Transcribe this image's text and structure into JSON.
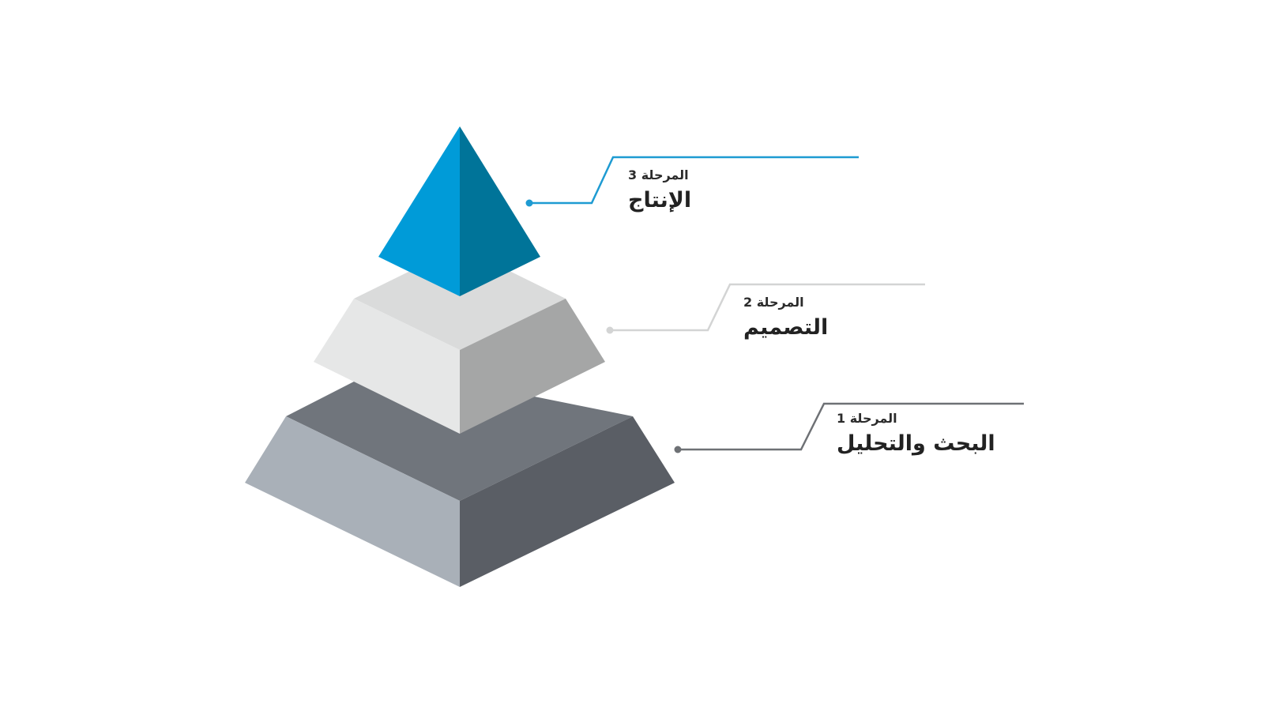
{
  "stages": [
    {
      "number_label": "المرحلة 3",
      "title": "الإنتاج",
      "colors": {
        "left": "#009BD8",
        "right": "#007499",
        "line": "#1E9BD2"
      }
    },
    {
      "number_label": "المرحلة 2",
      "title": "التصميم",
      "colors": {
        "top": "#DADBDB",
        "left": "#E6E7E7",
        "right": "#A5A6A6",
        "line": "#D3D4D4"
      }
    },
    {
      "number_label": "المرحلة 1",
      "title": "البحث والتحليل",
      "colors": {
        "top": "#70757C",
        "left": "#A9B0B8",
        "right": "#5A5E65",
        "line": "#6E7175"
      }
    }
  ]
}
